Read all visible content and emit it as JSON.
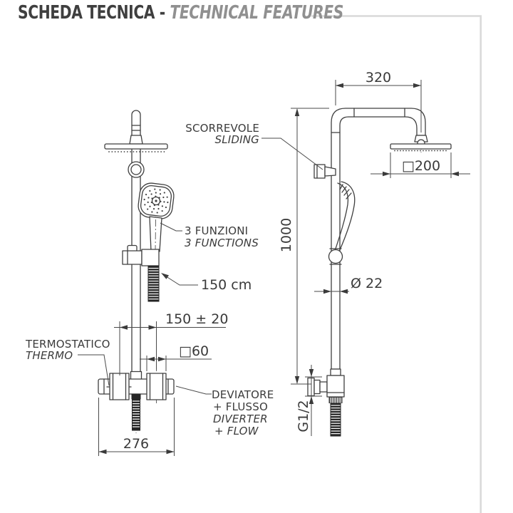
{
  "header": {
    "title_it": "SCHEDA TECNICA - ",
    "title_en": "TECHNICAL FEATURES"
  },
  "labels": {
    "sliding_it": "SCORREVOLE",
    "sliding_en": "SLIDING",
    "functions_it": "3 FUNZIONI",
    "functions_en": "3 FUNCTIONS",
    "thermo_it": "TERMOSTATICO",
    "thermo_en": "THERMO",
    "diverter_it1": "DEVIATORE",
    "diverter_it2": "+ FLUSSO",
    "diverter_en1": "DIVERTER",
    "diverter_en2": "+ FLOW",
    "hose_length": "150 cm"
  },
  "dimensions": {
    "arm_reach": "320",
    "head_size": "□200",
    "column_height": "1000",
    "pipe_diameter": "Ø 22",
    "inlet_spacing": "150 ± 20",
    "knob_size": "□60",
    "mixer_width": "276",
    "thread": "G1/2"
  },
  "colors": {
    "line": "#3f3f3f",
    "dimension_line": "#4a4a4a",
    "text": "#3b3b3b",
    "muted_title": "#909090",
    "frame": "#d9d9d9",
    "hose_black": "#262626"
  }
}
